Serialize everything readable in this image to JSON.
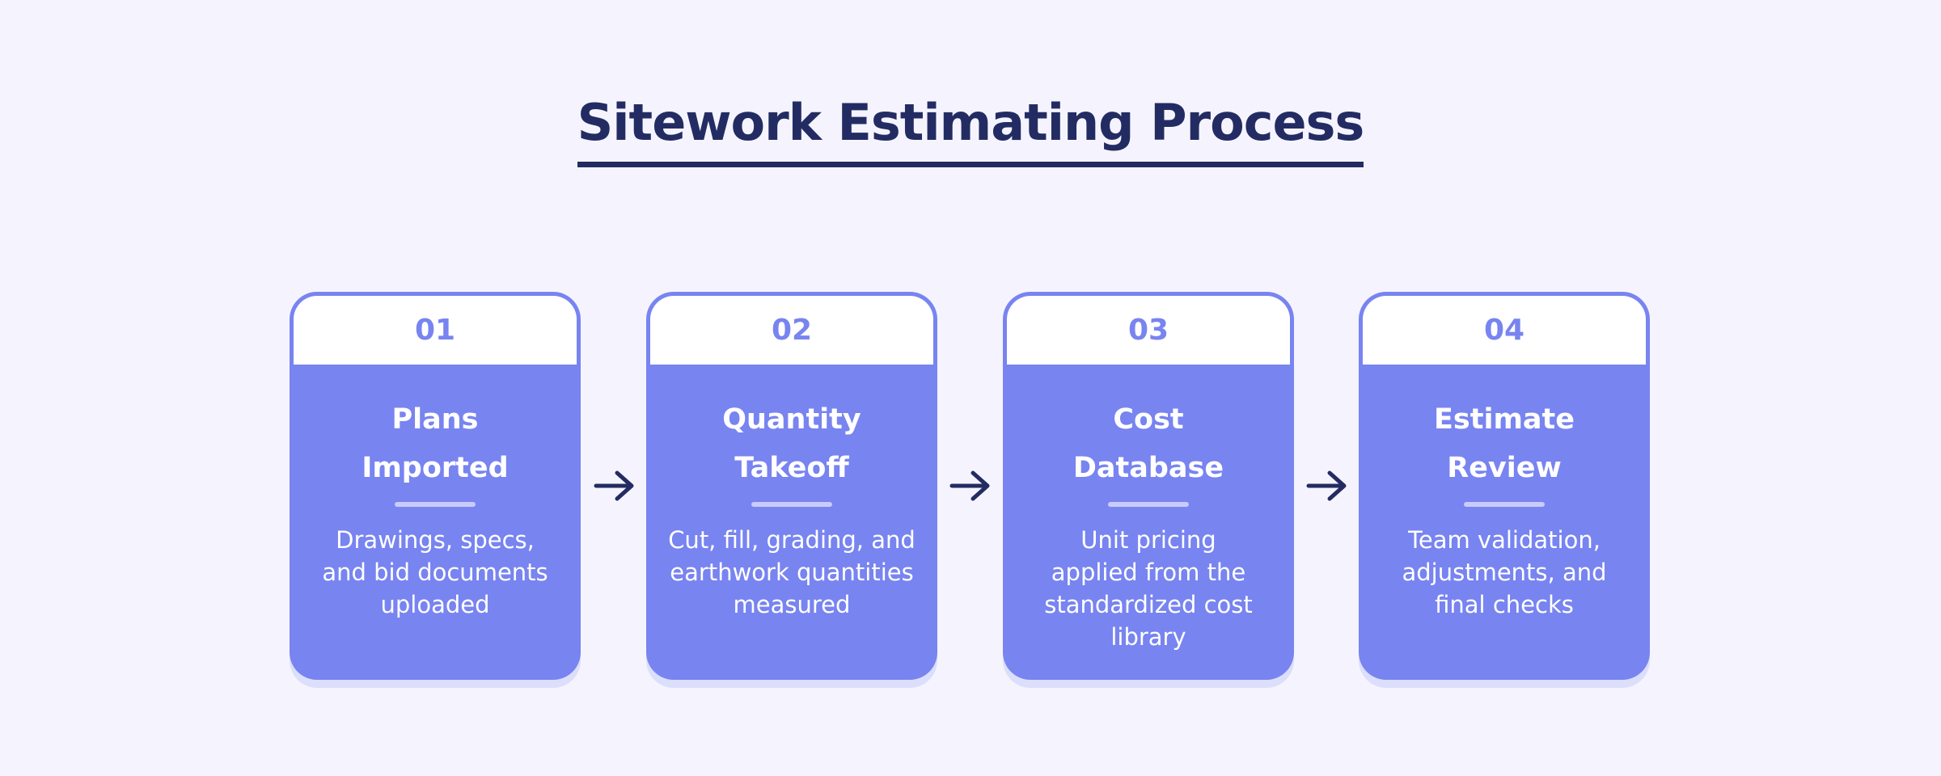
{
  "title": "Sitework Estimating Process",
  "colors": {
    "background": "#f5f4fe",
    "title": "#232c62",
    "card": "#7884f0",
    "card_header": "#ffffff",
    "divider": "#c9ccfb",
    "arrow": "#232c62"
  },
  "steps": [
    {
      "number": "01",
      "title_line1": "Plans",
      "title_line2": "Imported",
      "desc_line1": "Drawings, specs,",
      "desc_line2": "and bid documents",
      "desc_line3": "uploaded",
      "desc_line4": ""
    },
    {
      "number": "02",
      "title_line1": "Quantity",
      "title_line2": "Takeoff",
      "desc_line1": "Cut, fill, grading, and",
      "desc_line2": "earthwork quantities",
      "desc_line3": "measured",
      "desc_line4": ""
    },
    {
      "number": "03",
      "title_line1": "Cost",
      "title_line2": "Database",
      "desc_line1": "Unit pricing",
      "desc_line2": "applied from the",
      "desc_line3": "standardized cost",
      "desc_line4": "library"
    },
    {
      "number": "04",
      "title_line1": "Estimate",
      "title_line2": "Review",
      "desc_line1": "Team validation,",
      "desc_line2": "adjustments, and",
      "desc_line3": "final checks",
      "desc_line4": ""
    }
  ],
  "connector_icon": "arrow-right-icon"
}
